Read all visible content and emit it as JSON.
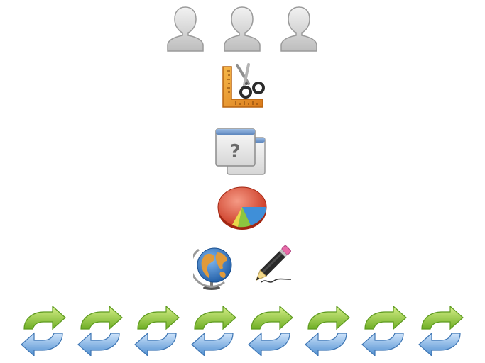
{
  "rows": [
    {
      "name": "users-row",
      "icons": [
        "user-icon",
        "user-icon",
        "user-icon"
      ]
    },
    {
      "name": "tools-row",
      "icons": [
        "ruler-scissors-icon"
      ]
    },
    {
      "name": "help-row",
      "icons": [
        "window-help-icon"
      ]
    },
    {
      "name": "chart-row",
      "icons": [
        "pie-chart-icon"
      ]
    },
    {
      "name": "misc-row",
      "icons": [
        "globe-icon",
        "pencil-icon"
      ]
    },
    {
      "name": "refresh-row",
      "icons": [
        "refresh-icon",
        "refresh-icon",
        "refresh-icon",
        "refresh-icon",
        "refresh-icon",
        "refresh-icon",
        "refresh-icon",
        "refresh-icon"
      ]
    }
  ],
  "colors": {
    "background": "#ffffff",
    "user_gray": "#c8c8c8",
    "ruler_orange": "#e8951e",
    "window_blue": "#6f96c8",
    "pie_red": "#d9452b",
    "pie_blue": "#3f8fd8",
    "pie_green": "#8cc63f",
    "globe_blue": "#2d6fb8",
    "globe_land": "#d98b2b",
    "pencil_pink": "#e86aa8",
    "refresh_green": "#86c23c",
    "refresh_blue": "#5b9ad6"
  }
}
